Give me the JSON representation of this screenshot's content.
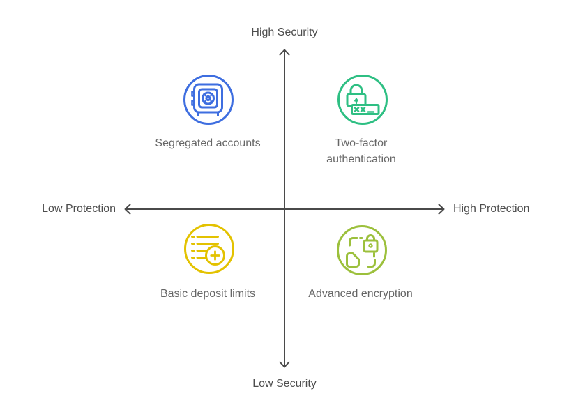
{
  "canvas": {
    "background": "#ffffff",
    "axis_color": "#4a4a4a",
    "axis_label_color": "#4d4d4d",
    "item_label_color": "#666666"
  },
  "axes": {
    "top_label": "High Security",
    "bottom_label": "Low Security",
    "left_label": "Low Protection",
    "right_label": "High Protection"
  },
  "quadrants": {
    "top_left": {
      "label": "Segregated accounts",
      "icon": "safe-icon",
      "color": "#3e6ee0"
    },
    "top_right": {
      "label": "Two-factor authentication",
      "icon": "password-lock-icon",
      "color": "#2ebf83"
    },
    "bottom_left": {
      "label": "Basic deposit limits",
      "icon": "list-add-icon",
      "color": "#e3c200"
    },
    "bottom_right": {
      "label": "Advanced encryption",
      "icon": "file-lock-scan-icon",
      "color": "#9cc03c"
    }
  }
}
